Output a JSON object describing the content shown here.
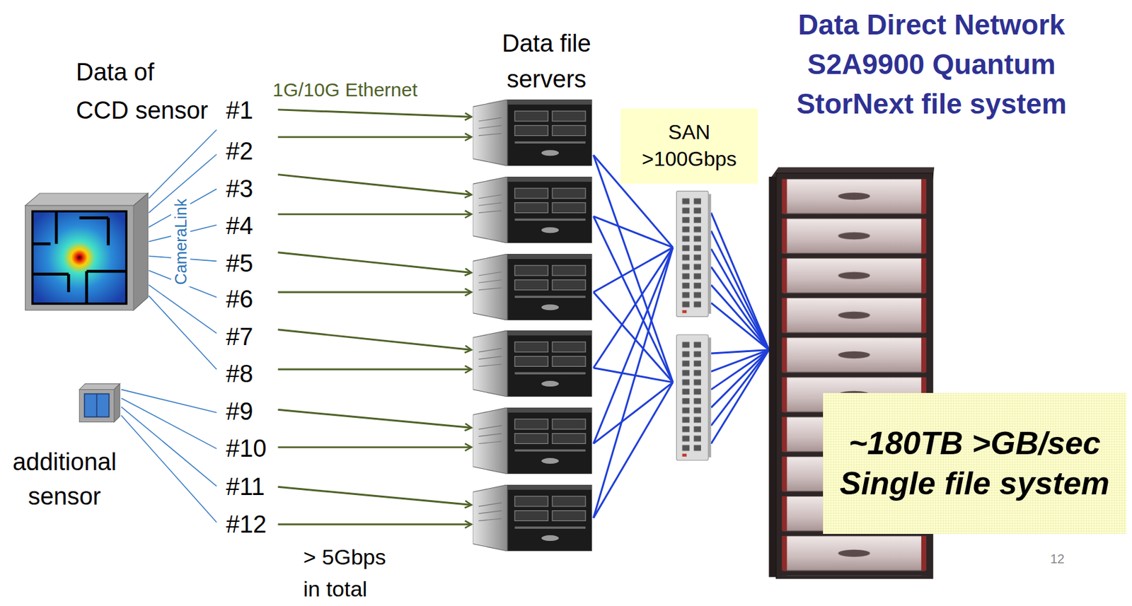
{
  "diagram": {
    "nodes": [
      {
        "text": [
          "SAN >100Gbps"
        ]
      },
      {
        "text": [
          "Data Direct Network S2A9900 Quantum StorNext file system"
        ]
      },
      {
        "text": [
          "~180TB >GB/sec Single file system"
        ]
      }
    ],
    "labels": [
      "Data of CCD sensor",
      "1G/10G Ethernet",
      "#1",
      "#2",
      "#3",
      "#4",
      "#5",
      "#6",
      "#7",
      "#8",
      "#9",
      "#10",
      "#11",
      "#12",
      "CameraLink",
      "additional sensor",
      "Data file servers",
      "> 5Gbps in total",
      "12"
    ]
  }
}
